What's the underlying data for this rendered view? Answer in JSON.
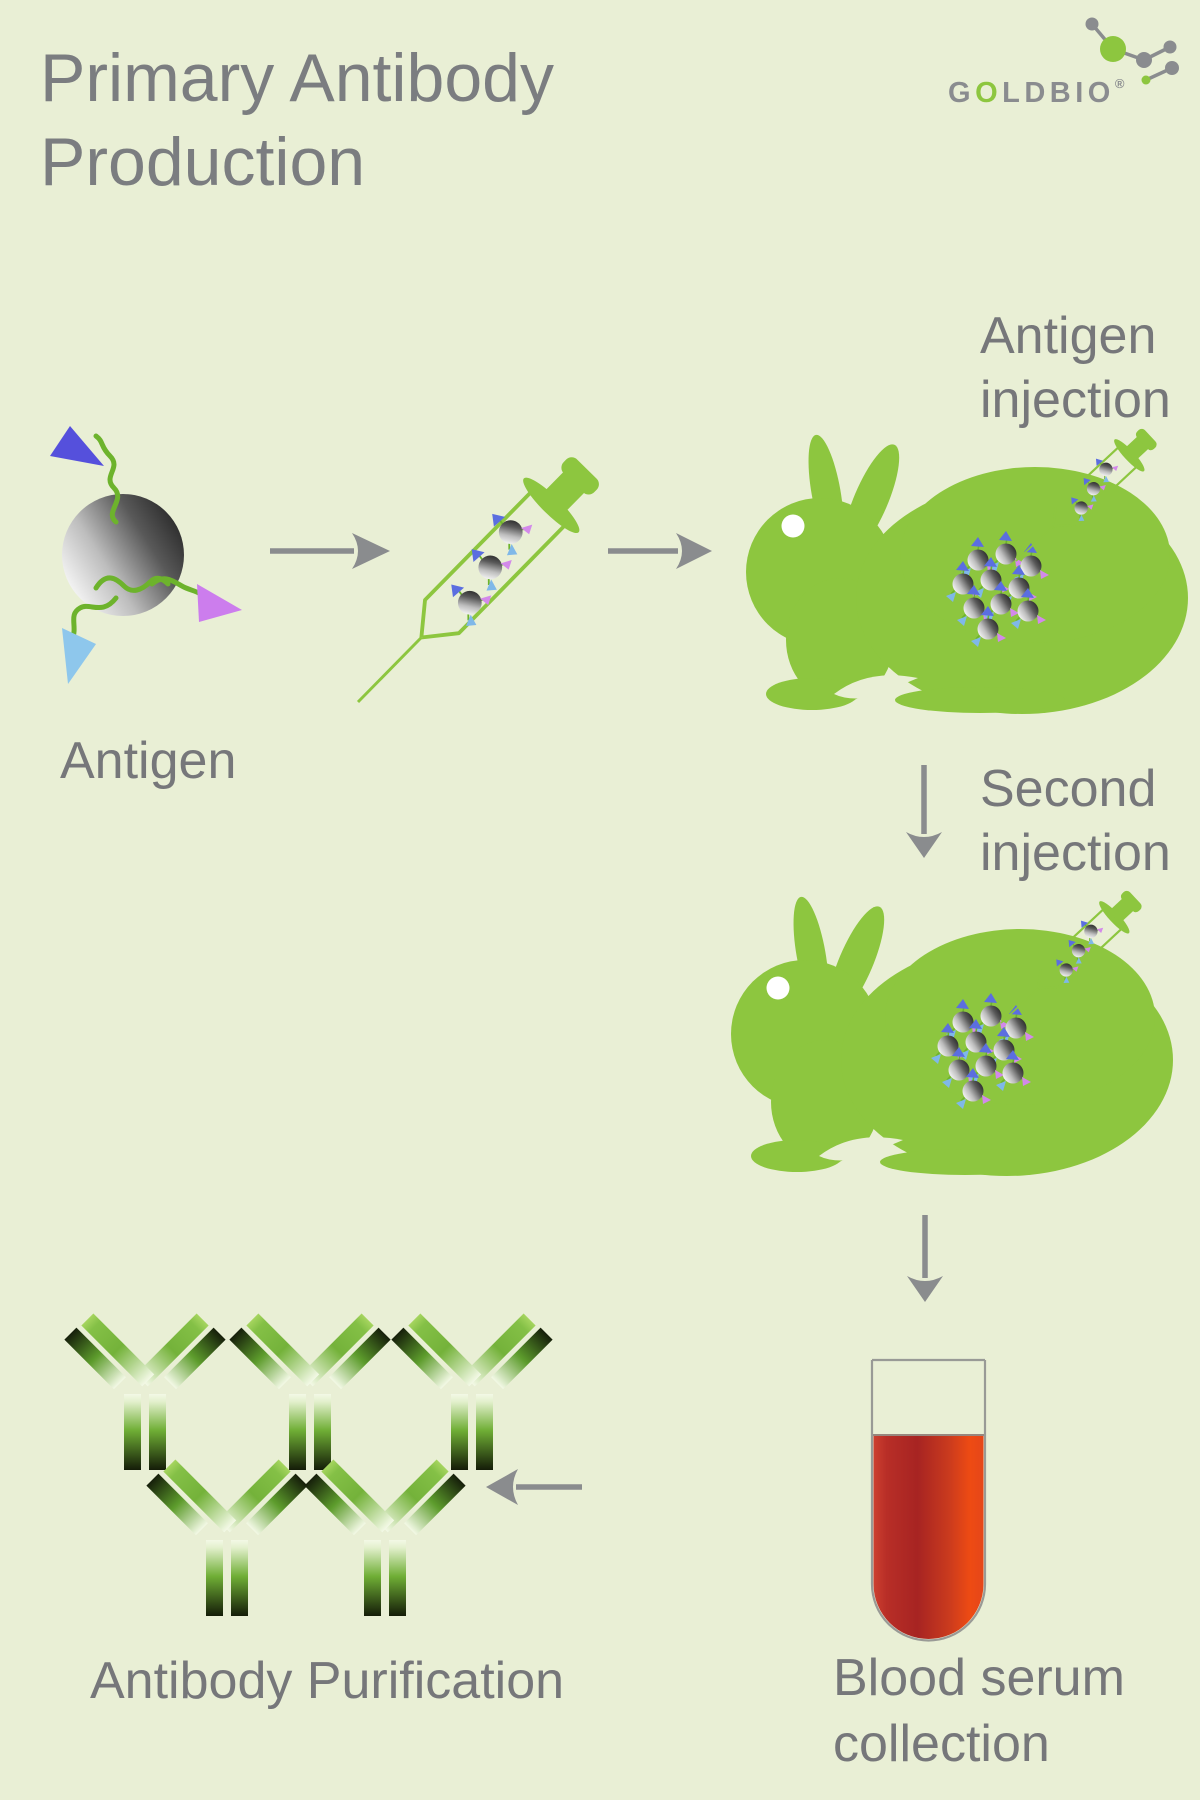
{
  "header": {
    "title": "Primary Antibody Production",
    "logo": {
      "prefix": "G",
      "green_letter": "O",
      "middle": "LDBI",
      "last_letter": "O",
      "registered": "®"
    }
  },
  "labels": {
    "antigen": "Antigen",
    "antigen_injection": "Antigen injection",
    "second_injection": "Second injection",
    "blood_serum_collection": "Blood serum collection",
    "antibody_purification": "Antibody Purification"
  },
  "colors": {
    "background": "#e9efd5",
    "brand_green": "#8dc63f",
    "squiggle_green": "#6db32c",
    "text_gray": "#76777a",
    "arrow_gray": "#8a8c8e",
    "logo_gray": "#8a8c8f",
    "blood_red": "#c23322",
    "epitope_blue": "#5550dc",
    "epitope_light_blue": "#8ec7ec",
    "epitope_purple": "#cc7ded"
  }
}
